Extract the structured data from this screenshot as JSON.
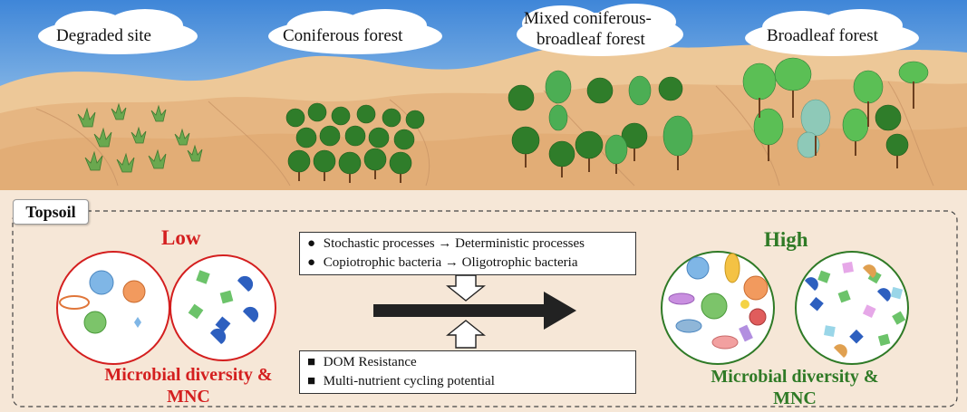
{
  "stages": [
    {
      "label": "Degraded site"
    },
    {
      "label": "Coniferous forest"
    },
    {
      "label": "Mixed coniferous-broadleaf forest",
      "line1": "Mixed coniferous-",
      "line2": "broadleaf forest"
    },
    {
      "label": "Broadleaf forest"
    }
  ],
  "section_label": "Topsoil",
  "left": {
    "level": "Low",
    "caption_line1": "Microbial diversity &",
    "caption_line2": "MNC"
  },
  "right": {
    "level": "High",
    "caption_line1": "Microbial diversity &",
    "caption_line2": "MNC"
  },
  "top_box": {
    "bullet": "●",
    "items": [
      "Stochastic processes → Deterministic processes",
      "Copiotrophic bacteria → Oligotrophic bacteria"
    ]
  },
  "bottom_box": {
    "bullet": "■",
    "items": [
      "DOM Resistance",
      "Multi-nutrient cycling potential"
    ]
  },
  "colors": {
    "low": "#d41f1f",
    "high": "#2f7a26",
    "sky": "#4a8ed6",
    "dune": "#e8b985",
    "soil": "#f6e7d7"
  }
}
